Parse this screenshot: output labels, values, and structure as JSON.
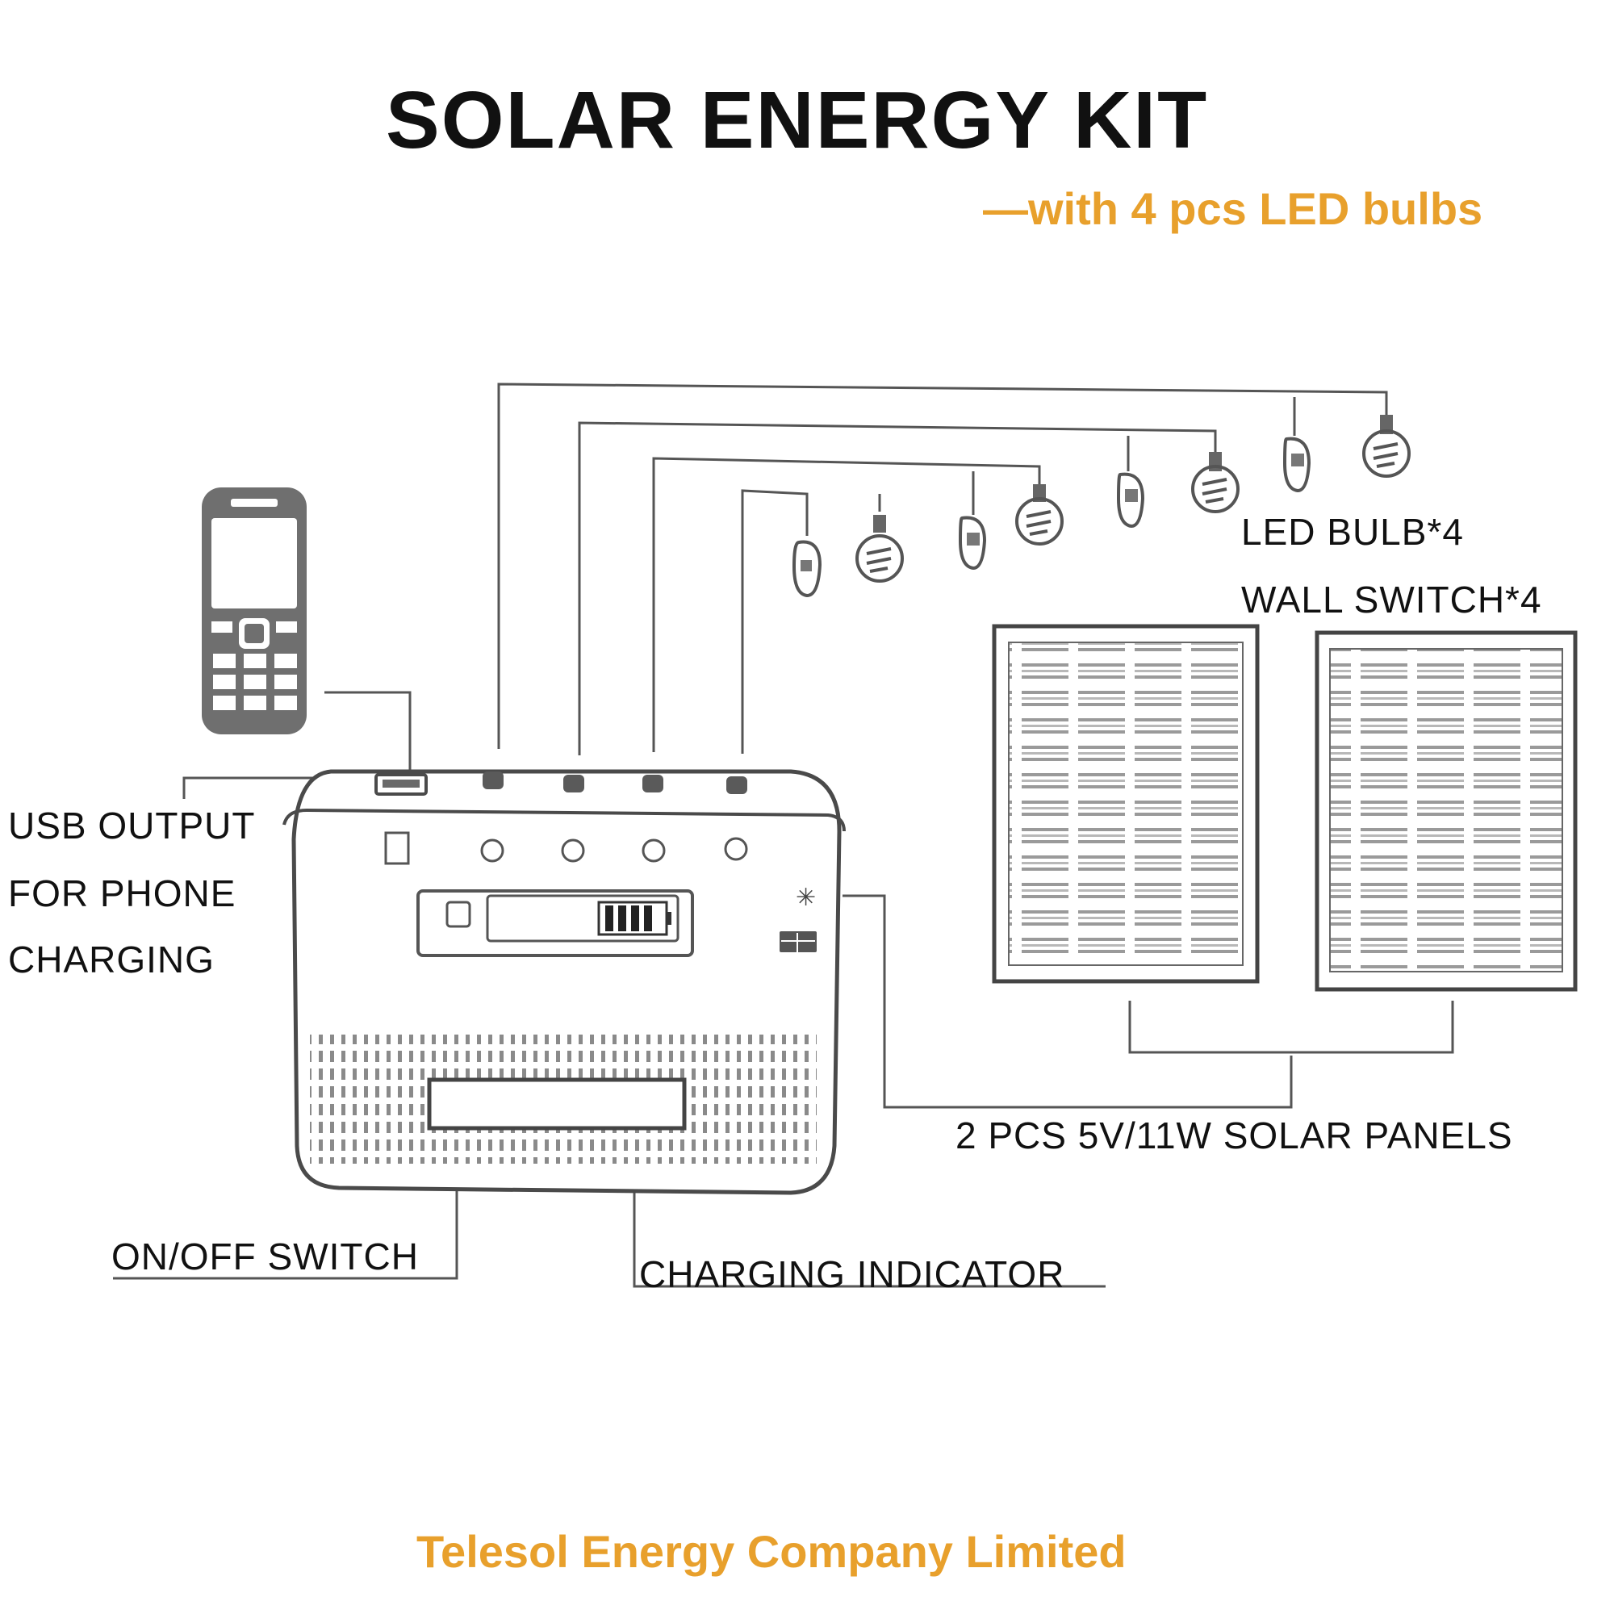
{
  "title": "SOLAR ENERGY KIT",
  "subtitle": "—with 4 pcs LED bulbs",
  "footer": "Telesol Energy Company Limited",
  "labels": {
    "usb_output": [
      "USB OUTPUT",
      "FOR PHONE",
      "CHARGING"
    ],
    "led_bulb": "LED BULB*4",
    "wall_switch": "WALL SWITCH*4",
    "solar_panels": "2 PCS 5V/11W SOLAR PANELS",
    "on_off_switch": "ON/OFF SWITCH",
    "charging_indicator": "CHARGING INDICATOR"
  },
  "colors": {
    "accent": "#E8A02C",
    "text": "#111111",
    "line": "#555555"
  },
  "icons": [
    "mobile-phone-icon",
    "led-bulb-icon",
    "wall-switch-icon",
    "solar-panel-icon",
    "battery-indicator-icon",
    "power-button-icon"
  ]
}
